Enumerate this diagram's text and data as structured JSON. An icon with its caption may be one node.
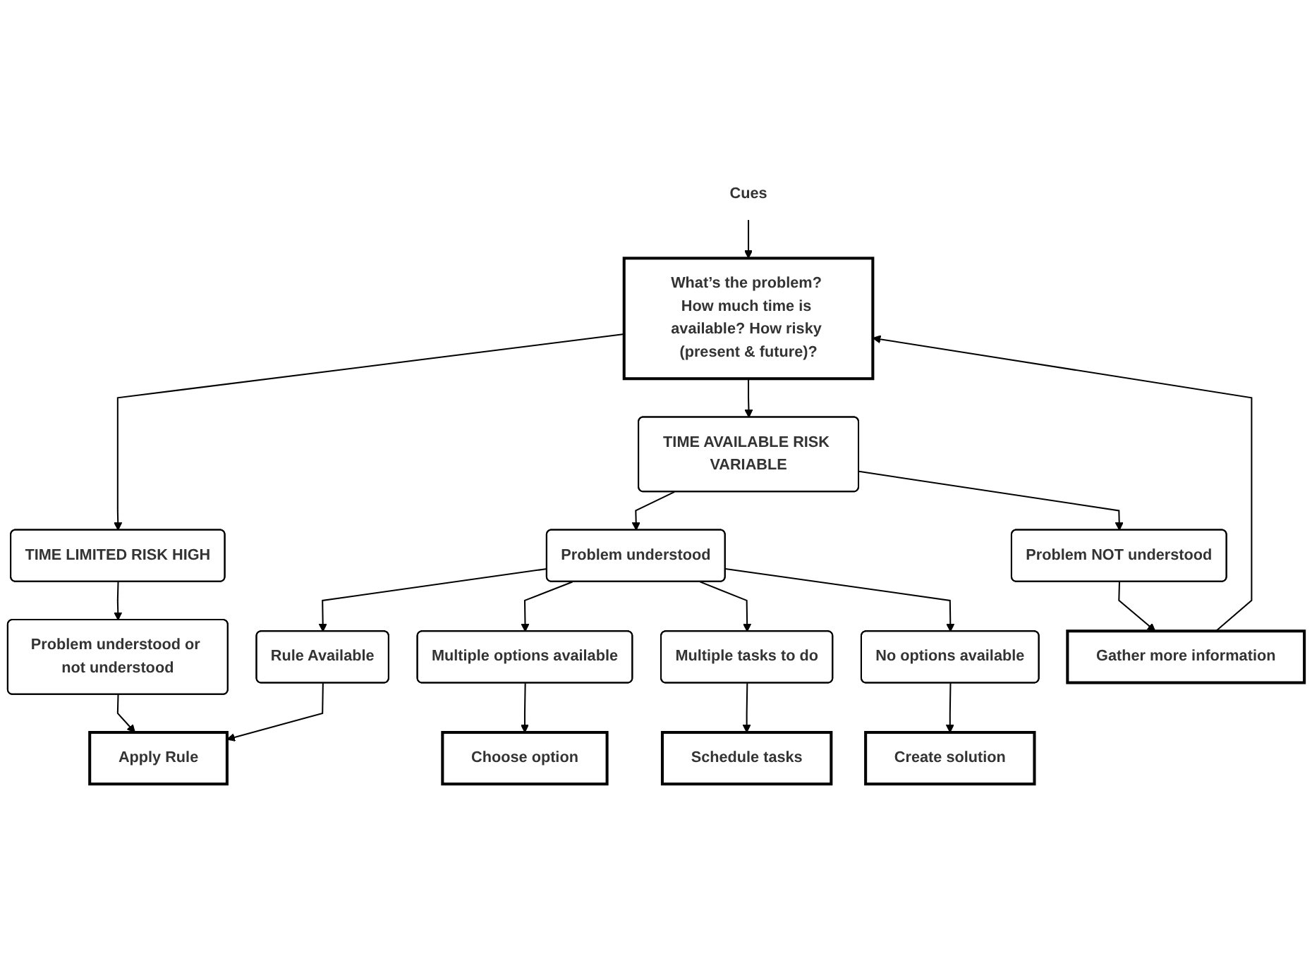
{
  "diagram": {
    "nodes": [
      {
        "text": [
          "Cues"
        ]
      },
      {
        "text": [
          "What’s the problem? How much time is available? How risky (present & future)?"
        ]
      },
      {
        "text": [
          "TIME LIMITED RISK HIGH"
        ]
      },
      {
        "text": [
          "TIME AVAILABLE RISK VARIABLE"
        ]
      },
      {
        "text": [
          "Problem understood or not understood"
        ]
      },
      {
        "text": [
          "Problem understood"
        ]
      },
      {
        "text": [
          "Problem NOT understood"
        ]
      },
      {
        "text": [
          "Rule Available"
        ]
      },
      {
        "text": [
          "Multiple options available"
        ]
      },
      {
        "text": [
          "Multiple tasks to do"
        ]
      },
      {
        "text": [
          "No options available"
        ]
      },
      {
        "text": [
          "Apply Rule"
        ]
      },
      {
        "text": [
          "Choose option"
        ]
      },
      {
        "text": [
          "Schedule tasks"
        ]
      },
      {
        "text": [
          "Create solution"
        ]
      },
      {
        "text": [
          "Gather more information"
        ]
      }
    ],
    "edges": [
      {
        "from": 0,
        "to": 1,
        "arrow": "to"
      },
      {
        "from": 1,
        "to": 2,
        "arrow": "to"
      },
      {
        "from": 1,
        "to": 3,
        "arrow": "to"
      },
      {
        "from": 2,
        "to": 4,
        "arrow": "to"
      },
      {
        "from": 3,
        "to": 5,
        "arrow": "to"
      },
      {
        "from": 3,
        "to": 6,
        "arrow": "to"
      },
      {
        "from": 5,
        "to": 7,
        "arrow": "to"
      },
      {
        "from": 5,
        "to": 8,
        "arrow": "to"
      },
      {
        "from": 5,
        "to": 9,
        "arrow": "to"
      },
      {
        "from": 5,
        "to": 10,
        "arrow": "to"
      },
      {
        "from": 4,
        "to": 11,
        "arrow": "to"
      },
      {
        "from": 7,
        "to": 11,
        "arrow": "to"
      },
      {
        "from": 8,
        "to": 12,
        "arrow": "to"
      },
      {
        "from": 9,
        "to": 13,
        "arrow": "to"
      },
      {
        "from": 10,
        "to": 14,
        "arrow": "to"
      },
      {
        "from": 6,
        "to": 15,
        "arrow": "to"
      },
      {
        "from": 15,
        "to": 1,
        "arrow": "to"
      }
    ]
  }
}
